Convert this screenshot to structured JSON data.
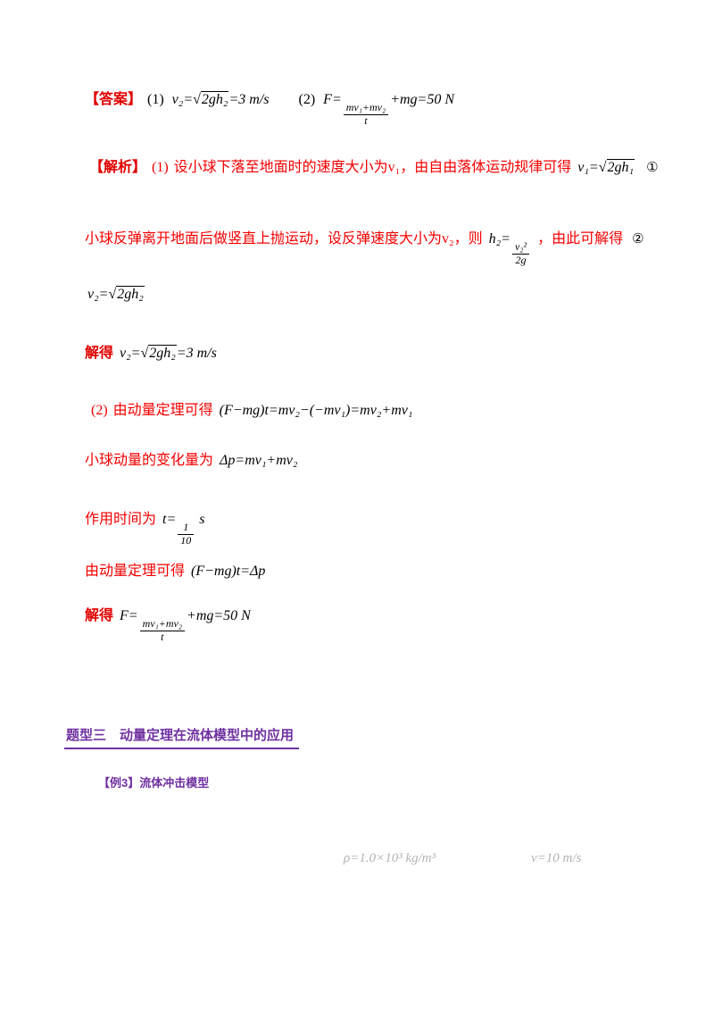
{
  "document": {
    "answer_line": {
      "label": "【答案】",
      "part1_no": "(1)",
      "part1_pre": "v₂=√",
      "part1_rad": "2gh₂",
      "part1_post": "=3 m/s",
      "part2_no": "(2)",
      "part2_pre": "F=",
      "part2_frac_num": "mv₁+mv₂",
      "part2_frac_den": "t",
      "part2_post": "+mg=50 N"
    },
    "analysis_line": {
      "label": "【解析】",
      "part_no": "(1)",
      "text": "设小球下落至地面时的速度大小为v₁，由自由落体运动规律可得",
      "f_pre": "v₁=√",
      "f_rad": "2gh₁",
      "tag": "①"
    },
    "line3": {
      "text_a": "小球反弹离开地面后做竖直上抛运动，设反弹速度大小为v₂，则",
      "f_pre": "h₂=",
      "f_num": "v₂²",
      "f_den": "2g",
      "text_b": "，由此可解得",
      "tag": "②"
    },
    "line4": {
      "f_pre": "v₂=√",
      "f_rad": "2gh₂"
    },
    "line5": {
      "label": "解得",
      "f_pre": "v₂=√",
      "f_rad": "2gh₂",
      "f_post": "=3 m/s"
    },
    "line6": {
      "part_no": "(2)",
      "text": "由动量定理可得",
      "formula": "(F−mg)t=mv₂−(−mv₁)=mv₂+mv₁"
    },
    "line7": {
      "text": "小球动量的变化量为",
      "formula": "Δp=mv₁+mv₂"
    },
    "line8": {
      "text": "作用时间为",
      "f_pre": "t=",
      "f_num": "1",
      "f_den": "10",
      "f_post": " s"
    },
    "line9": {
      "text": "由动量定理可得",
      "formula": "(F−mg)t=Δp"
    },
    "line10": {
      "label": "解得",
      "f_pre": "F=",
      "f_num": "mv₁+mv₂",
      "f_den": "t",
      "f_post": "+mg=50 N"
    },
    "section_heading": "题型三　动量定理在流体模型中的应用",
    "sub_heading": "【例3】流体冲击模型",
    "faint_left": "ρ=1.0×10³ kg/m³",
    "faint_right": "v=10 m/s"
  },
  "colors": {
    "body_red": "#f40000",
    "label_red": "#e00000",
    "heading_purple": "#7030a0",
    "formula_black": "#000000",
    "faint_gray": "#b3b3b3",
    "background": "#ffffff"
  }
}
